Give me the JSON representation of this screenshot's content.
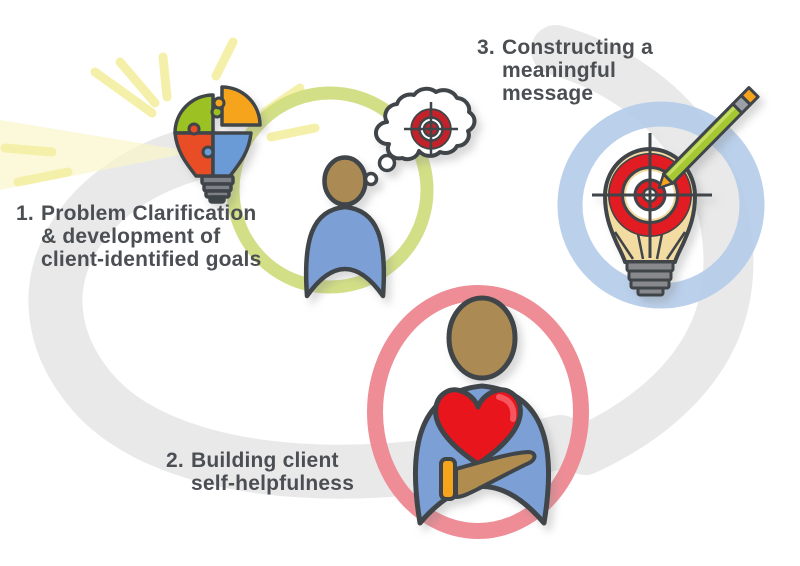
{
  "diagram": {
    "background": "#ffffff",
    "text_color": "#4b4e52",
    "steps": [
      {
        "number": "1.",
        "lines": [
          "Problem Clarification",
          "& development of",
          "client-identified goals"
        ],
        "ring_color": "#d0dd80",
        "icon": "puzzle-lightbulb-icon"
      },
      {
        "number": "2.",
        "lines": [
          "Building client",
          "self-helpfulness"
        ],
        "ring_color": "#ef8d96",
        "icon": "person-holding-heart-icon"
      },
      {
        "number": "3.",
        "lines": [
          "Constructing a",
          "meaningful",
          "message"
        ],
        "ring_color": "#b3cbe9",
        "icon": "target-lightbulb-pencil-icon"
      }
    ],
    "accent_colors": {
      "swoosh_gray": "#e9e9e9",
      "ray_yellow": "#f4ee9b",
      "outline_dark": "#3f444a",
      "puzzle_green": "#9cc121",
      "puzzle_orange": "#f6a41f",
      "puzzle_red": "#e94e25",
      "puzzle_blue": "#6b9bd7",
      "skin_tan": "#ab8a52",
      "body_blue": "#7ba0d6",
      "heart_red": "#e8141c",
      "target_red": "#e11b22",
      "pencil_green": "#a5c732",
      "bulb_cream": "#f2dca2"
    }
  }
}
